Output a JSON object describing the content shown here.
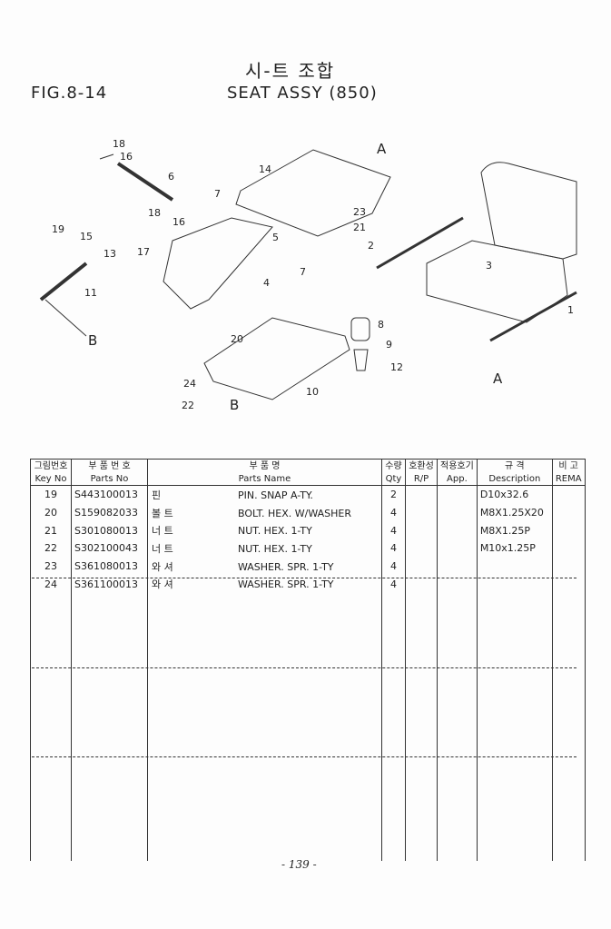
{
  "header": {
    "title_kr": "시-트 조합",
    "title_en": "SEAT ASSY (850)",
    "figure": "FIG.8-14"
  },
  "diagram": {
    "callouts": [
      "18",
      "16",
      "6",
      "14",
      "A",
      "7",
      "18",
      "16",
      "19",
      "15",
      "13",
      "11",
      "17",
      "5",
      "2",
      "23",
      "21",
      "3",
      "1",
      "7",
      "8",
      "9",
      "12",
      "20",
      "24",
      "22",
      "10",
      "B",
      "B",
      "A",
      "4"
    ]
  },
  "table": {
    "headers_kr": [
      "그림번호",
      "부 품 번 호",
      "부 품 명",
      "수량",
      "호환성",
      "적용호기",
      "규 격",
      "비 고"
    ],
    "headers_en": [
      "Key No",
      "Parts No",
      "Parts Name",
      "Qty",
      "R/P",
      "App.",
      "Description",
      "REMA"
    ],
    "rows": [
      {
        "key": "19",
        "part_no": "S443100013",
        "name_kr": "핀",
        "name": "PIN. SNAP A-TY.",
        "qty": "2",
        "desc": "D10x32.6"
      },
      {
        "key": "20",
        "part_no": "S159082033",
        "name_kr": "볼 트",
        "name": "BOLT. HEX. W/WASHER",
        "qty": "4",
        "desc": "M8X1.25X20"
      },
      {
        "key": "21",
        "part_no": "S301080013",
        "name_kr": "너 트",
        "name": "NUT. HEX. 1-TY",
        "qty": "4",
        "desc": "M8X1.25P"
      },
      {
        "key": "22",
        "part_no": "S302100043",
        "name_kr": "너 트",
        "name": "NUT. HEX. 1-TY",
        "qty": "4",
        "desc": "M10x1.25P"
      },
      {
        "key": "23",
        "part_no": "S361080013",
        "name_kr": "와 셔",
        "name": "WASHER. SPR. 1-TY",
        "qty": "4",
        "desc": ""
      },
      {
        "key": "24",
        "part_no": "S361100013",
        "name_kr": "와 셔",
        "name": "WASHER. SPR. 1-TY",
        "qty": "4",
        "desc": ""
      }
    ]
  },
  "footer": {
    "page": "- 139 -"
  }
}
